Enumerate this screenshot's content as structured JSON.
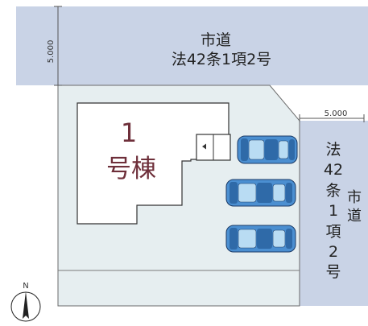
{
  "top_road": {
    "line1": "市道",
    "line2": "法42条1項2号",
    "width": "5.000"
  },
  "right_road": {
    "chars": [
      "法",
      "42",
      "条",
      "1",
      "項",
      "2",
      "号"
    ],
    "label_chars": [
      "市",
      "道"
    ],
    "width": "5.000"
  },
  "building": {
    "number": "1",
    "name": "号棟"
  },
  "parking": {
    "car_count": 3
  },
  "north": {
    "label": "N"
  }
}
